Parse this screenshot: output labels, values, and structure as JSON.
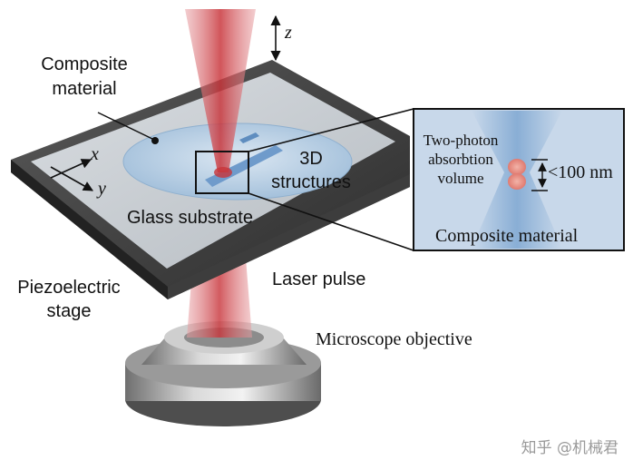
{
  "labels": {
    "axis_z": "z",
    "axis_x": "x",
    "axis_y": "y",
    "composite_material": "Composite material",
    "structures_3d": "3D structures",
    "glass_substrate": "Glass substrate",
    "piezoelectric_stage": "Piezoelectric stage",
    "laser_pulse": "Laser pulse",
    "microscope_objective": "Microscope objective"
  },
  "inset": {
    "two_photon_volume": "Two-photon absorbtion volume",
    "size_label": "<100 nm",
    "material_label": "Composite material"
  },
  "watermark": "知乎 @机械君",
  "colors": {
    "laser": "#c8343a",
    "resin": "#a9c6e0",
    "inset_bg": "#c8d8ea",
    "frame": "#3a3a3a",
    "glass": "#c9cdd1"
  }
}
